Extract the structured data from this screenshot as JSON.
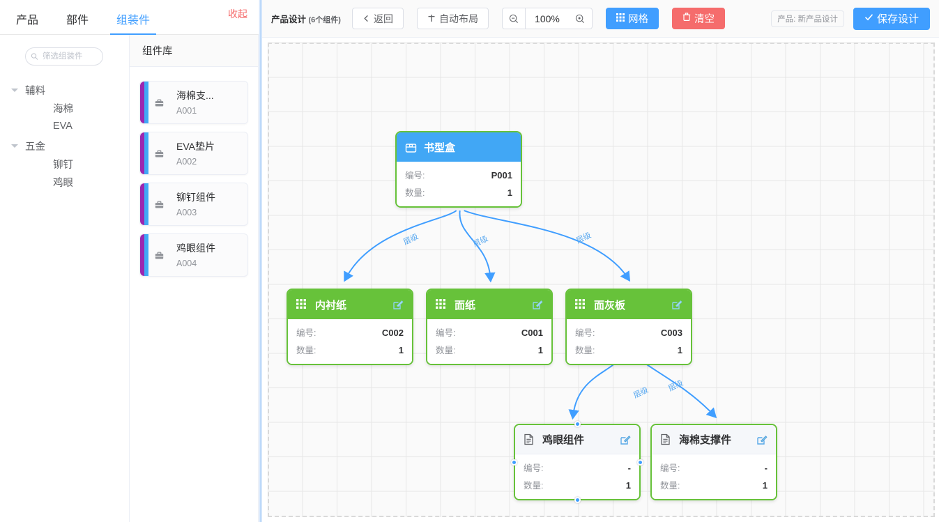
{
  "left_panel": {
    "tabs": [
      {
        "label": "产品",
        "active": false
      },
      {
        "label": "部件",
        "active": false
      },
      {
        "label": "组装件",
        "active": true
      }
    ],
    "collapse_label": "收起",
    "search": {
      "value": "",
      "placeholder": "筛选组装件",
      "icon": "search-icon"
    },
    "tree": [
      {
        "label": "辅料",
        "expanded": true,
        "children": [
          {
            "label": "海棉"
          },
          {
            "label": "EVA"
          }
        ]
      },
      {
        "label": "五金",
        "expanded": true,
        "children": [
          {
            "label": "铆钉"
          },
          {
            "label": "鸡眼"
          }
        ]
      }
    ],
    "library": {
      "title": "组件库",
      "bar_colors": {
        "purple": "#9b27b0",
        "blue": "#41a7f5"
      },
      "cards": [
        {
          "name": "海棉支...",
          "code": "A001",
          "icon": "briefcase-icon"
        },
        {
          "name": "EVA垫片",
          "code": "A002",
          "icon": "briefcase-icon"
        },
        {
          "name": "铆钉组件",
          "code": "A003",
          "icon": "briefcase-icon"
        },
        {
          "name": "鸡眼组件",
          "code": "A004",
          "icon": "briefcase-icon"
        }
      ]
    }
  },
  "toolbar": {
    "title": "产品设计",
    "count": "(6个组件)",
    "back_label": "返回",
    "back_icon": "chevron-left-icon",
    "auto_layout_label": "自动布局",
    "auto_layout_icon": "plus-cross-icon",
    "zoom_out_icon": "zoom-out-icon",
    "zoom_in_icon": "zoom-in-icon",
    "zoom_value": "100%",
    "grid_label": "网格",
    "grid_icon": "grid-icon",
    "clear_label": "清空",
    "clear_icon": "trash-icon",
    "product_tag": "产品: 新产品设计",
    "save_label": "保存设计",
    "save_icon": "check-icon",
    "colors": {
      "primary": "#409eff",
      "danger": "#f56c6c",
      "success": "#67c23a"
    }
  },
  "canvas": {
    "labels": {
      "code": "编号:",
      "qty": "数量:"
    },
    "edge_label": "层级",
    "nodes": [
      {
        "id": "p001",
        "title": "书型盒",
        "code": "P001",
        "qty": "1",
        "style": "blue",
        "icon": "box-icon",
        "edit_icon": null,
        "selected": false
      },
      {
        "id": "c002",
        "title": "内衬纸",
        "code": "C002",
        "qty": "1",
        "style": "green",
        "icon": "grid-icon",
        "edit_icon": "edit-icon",
        "selected": false
      },
      {
        "id": "c001",
        "title": "面纸",
        "code": "C001",
        "qty": "1",
        "style": "green",
        "icon": "grid-icon",
        "edit_icon": "edit-icon",
        "selected": false
      },
      {
        "id": "c003",
        "title": "面灰板",
        "code": "C003",
        "qty": "1",
        "style": "green",
        "icon": "grid-icon",
        "edit_icon": "edit-icon",
        "selected": false
      },
      {
        "id": "a004",
        "title": "鸡眼组件",
        "code": "-",
        "qty": "1",
        "style": "light",
        "icon": "document-icon",
        "edit_icon": "edit-icon",
        "selected": true
      },
      {
        "id": "a001",
        "title": "海棉支撑件",
        "code": "-",
        "qty": "1",
        "style": "light",
        "icon": "document-icon",
        "edit_icon": "edit-icon",
        "selected": false
      }
    ],
    "edges": [
      {
        "from": "p001",
        "to": "c002",
        "label": "层级"
      },
      {
        "from": "p001",
        "to": "c001",
        "label": "层级"
      },
      {
        "from": "p001",
        "to": "c003",
        "label": "层级"
      },
      {
        "from": "c003",
        "to": "a004",
        "label": "层级"
      },
      {
        "from": "c003",
        "to": "a001",
        "label": "层级"
      }
    ]
  }
}
